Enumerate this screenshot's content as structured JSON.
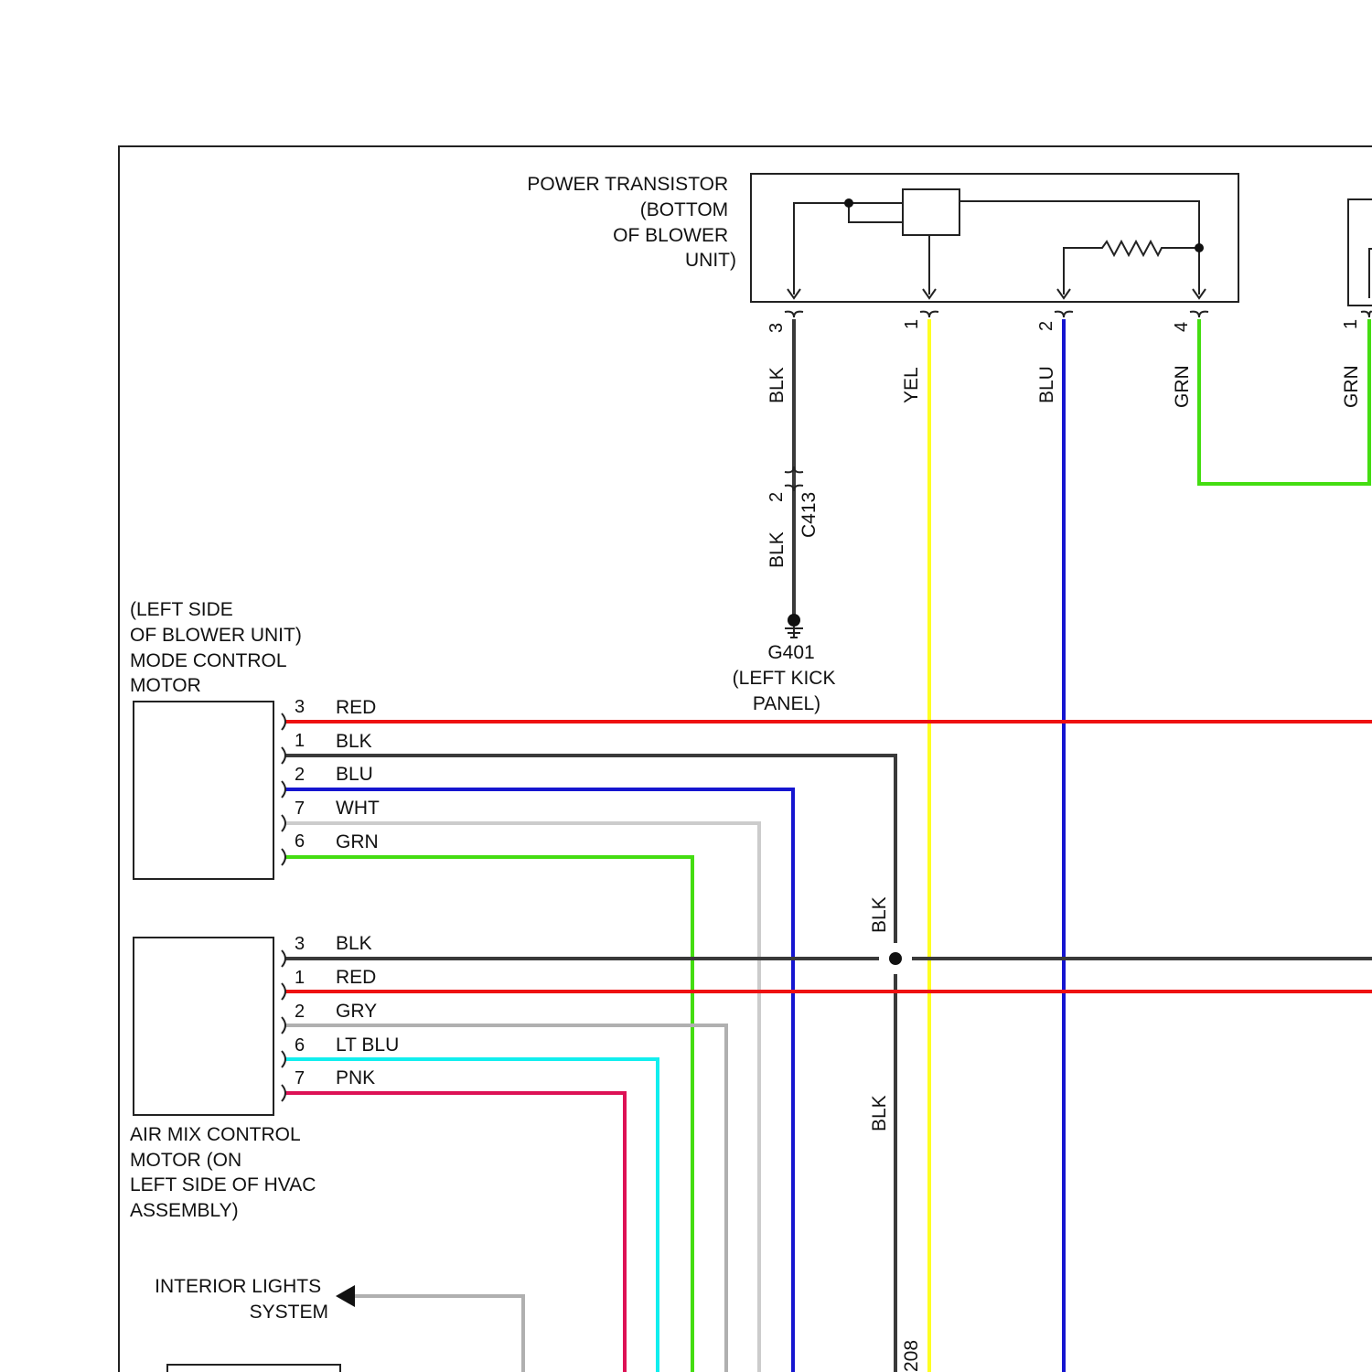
{
  "colors": {
    "BLK": "#3a3a3a",
    "RED": "#ee1111",
    "BLU": "#1515d0",
    "WHT": "#cccccc",
    "GRN": "#44dd11",
    "GRY": "#b0b0b0",
    "LT BLU": "#11eeee",
    "PNK": "#dd1155",
    "YEL": "#ffff22"
  },
  "power_transistor": {
    "label": [
      "POWER TRANSISTOR",
      "(BOTTOM",
      "OF BLOWER",
      "UNIT)"
    ],
    "pins": [
      {
        "pin": "3",
        "wire": "BLK"
      },
      {
        "pin": "1",
        "wire": "YEL"
      },
      {
        "pin": "2",
        "wire": "BLU"
      },
      {
        "pin": "4",
        "wire": "GRN"
      }
    ]
  },
  "right_connector": {
    "pin": "1",
    "wire": "GRN"
  },
  "connector_c413": {
    "id": "C413",
    "pin": "2",
    "wire": "BLK"
  },
  "ground_g401": {
    "id": "G401",
    "location": [
      "(LEFT KICK",
      "PANEL)"
    ]
  },
  "mode_control_motor": {
    "label": [
      "(LEFT SIDE",
      "OF BLOWER UNIT)",
      "MODE CONTROL",
      "MOTOR"
    ],
    "pins": [
      {
        "pin": "3",
        "wire": "RED"
      },
      {
        "pin": "1",
        "wire": "BLK"
      },
      {
        "pin": "2",
        "wire": "BLU"
      },
      {
        "pin": "7",
        "wire": "WHT"
      },
      {
        "pin": "6",
        "wire": "GRN"
      }
    ]
  },
  "air_mix_control_motor": {
    "label": [
      "AIR MIX CONTROL",
      "MOTOR (ON",
      "LEFT SIDE OF HVAC",
      "ASSEMBLY)"
    ],
    "pins": [
      {
        "pin": "3",
        "wire": "BLK"
      },
      {
        "pin": "1",
        "wire": "RED"
      },
      {
        "pin": "2",
        "wire": "GRY"
      },
      {
        "pin": "6",
        "wire": "LT BLU"
      },
      {
        "pin": "7",
        "wire": "PNK"
      }
    ]
  },
  "splice_wires": {
    "upper": "BLK",
    "lower": "BLK"
  },
  "bottom_partial_label": "208",
  "interior_lights": {
    "label": [
      "INTERIOR LIGHTS",
      "SYSTEM"
    ]
  }
}
